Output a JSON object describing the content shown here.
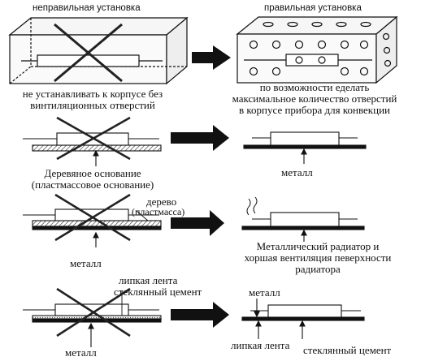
{
  "headers": {
    "wrong": "неправильная установка",
    "right": "правильная установка"
  },
  "row1": {
    "wrong_caption": "не устанавливать к корпусе без\nвинтиляционных отверстий",
    "right_caption": "по возможности еделать\nмаксимальное количество отверстий\nв корпусе прибора для конвекции"
  },
  "row2": {
    "wrong_caption": "Деревяное основание\n(пластмассовое основание)",
    "right_caption": "металл"
  },
  "row3": {
    "wrong_label_top_1": "дерево",
    "wrong_label_top_2": "(пластмасса)",
    "wrong_label_bottom": "металл",
    "right_caption": "Металлический радиатор и\nхоршая вентиляция певерхности\nрадиатора"
  },
  "row4": {
    "wrong_label_top_1": "липкая лента",
    "wrong_label_top_2": "стеклянный цемент",
    "wrong_label_bottom": "металл",
    "right_label_top": "металл",
    "right_label_bottom_1": "липкая лента",
    "right_label_bottom_2": "стеклянный цемент"
  },
  "colors": {
    "ink": "#111111",
    "hatch": "#555555",
    "cross": "#222222"
  }
}
